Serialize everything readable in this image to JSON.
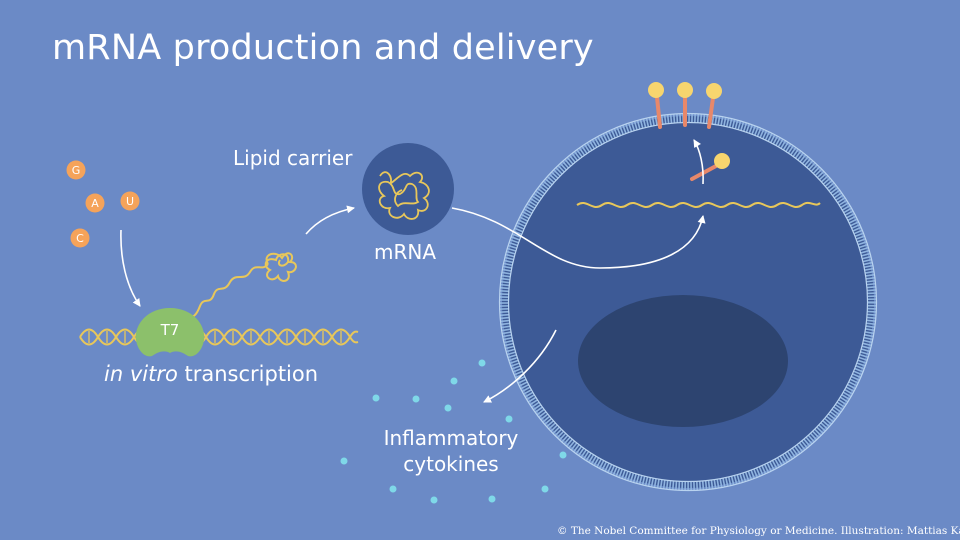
{
  "title": "mRNA production and delivery",
  "labels": {
    "lipid_carrier": "Lipid carrier",
    "mrna": "mRNA",
    "ivt_italic": "in vitro",
    "ivt_rest": " transcription",
    "cytokines": "Inflammatory cytokines",
    "t7": "T7",
    "credit": "© The Nobel Committee for Physiology or Medicine. Illustration: Mattias Karlén"
  },
  "nucleotides": [
    "G",
    "A",
    "U",
    "C"
  ],
  "colors": {
    "background": "#6b8ac6",
    "cell": "#3d5a96",
    "nucleus": "#2d4470",
    "membrane": "#8fb4e0",
    "strand": "#e8c75a",
    "polymerase": "#8cc06b",
    "nucleotide": "#f5a35a",
    "protein_head": "#f7d56e",
    "protein_stalk": "#e8886a",
    "cytokine": "#7fd8e8",
    "lipid_carrier": "#3d5a96"
  }
}
